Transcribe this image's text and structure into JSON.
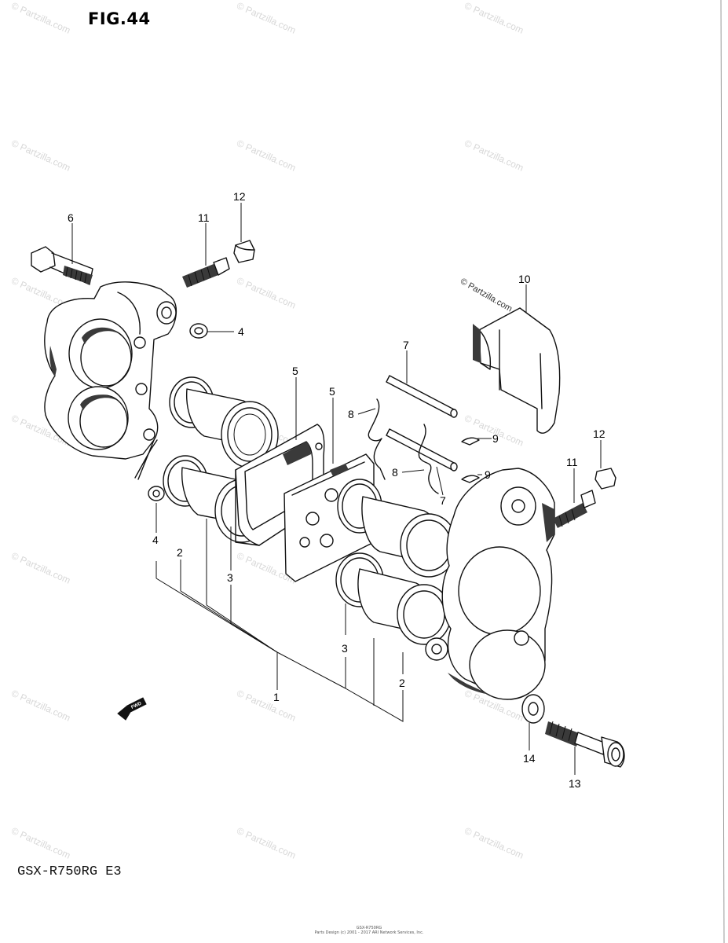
{
  "figure": {
    "title": "FIG.44",
    "model": "GSX-R750RG  E3",
    "footer_line1": "GSX-R750RG",
    "footer_line2": "Parts Design (c) 2001 - 2017 ARI Network Services, Inc."
  },
  "watermark": {
    "text": "© Partzilla.com"
  },
  "callouts": {
    "c1": "1",
    "c2a": "2",
    "c2b": "2",
    "c3a": "3",
    "c3b": "3",
    "c4a": "4",
    "c4b": "4",
    "c5a": "5",
    "c5b": "5",
    "c6": "6",
    "c7a": "7",
    "c7b": "7",
    "c8a": "8",
    "c8b": "8",
    "c9a": "9",
    "c9b": "9",
    "c10": "10",
    "c11a": "11",
    "c11b": "11",
    "c12a": "12",
    "c12b": "12",
    "c13": "13",
    "c14": "14"
  },
  "fwd_label": "FWD"
}
